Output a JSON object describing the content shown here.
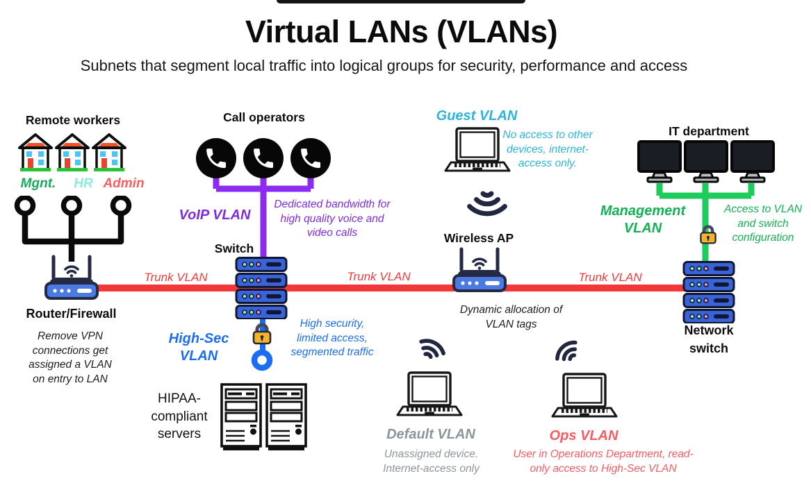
{
  "header": {
    "title": "Virtual LANs (VLANs)",
    "subtitle": "Subnets that segment local traffic into logical groups for security, performance and access"
  },
  "remote_workers": {
    "heading": "Remote workers",
    "house_labels": [
      "Mgnt.",
      "HR",
      "Admin"
    ],
    "device_label": "Router/Firewall",
    "note": "Remove VPN connections get assigned a VLAN on entry to LAN"
  },
  "call_operators": {
    "heading": "Call operators",
    "vlan_label": "VoIP VLAN",
    "note": "Dedicated bandwidth for high quality voice and video calls",
    "device_label": "Switch"
  },
  "trunk": {
    "labels": [
      "Trunk VLAN",
      "Trunk VLAN",
      "Trunk VLAN"
    ]
  },
  "high_sec": {
    "vlan_label": "High-Sec VLAN",
    "note": "High security, limited access, segmented traffic",
    "servers_label": "HIPAA-compliant servers"
  },
  "guest": {
    "vlan_label": "Guest VLAN",
    "note": "No access to other devices, internet-access only."
  },
  "wireless_ap": {
    "heading": "Wireless AP",
    "note": "Dynamic allocation of VLAN tags"
  },
  "it_department": {
    "heading": "IT department",
    "vlan_label": "Management VLAN",
    "note": "Access to VLAN and switch configuration",
    "device_label": "Network switch"
  },
  "default_vlan": {
    "vlan_label": "Default VLAN",
    "note": "Unassigned device. Internet-access only"
  },
  "ops_vlan": {
    "vlan_label": "Ops VLAN",
    "note": "User in Operations Department, read-only access to High-Sec VLAN"
  },
  "colors": {
    "trunk_red": "#f23c3c",
    "voip_purple": "#8d2cf0",
    "high_sec_blue": "#1b6ef2",
    "management_green": "#1ecb5b",
    "guest_cyan": "#2eb4dc",
    "default_gray": "#8c959c",
    "ops_red": "#f95b60",
    "mgnt_green": "#1ba95c",
    "hr_teal": "#8ce9e2",
    "admin_red": "#fc5d61",
    "lock_gold": "#f5b32b"
  }
}
